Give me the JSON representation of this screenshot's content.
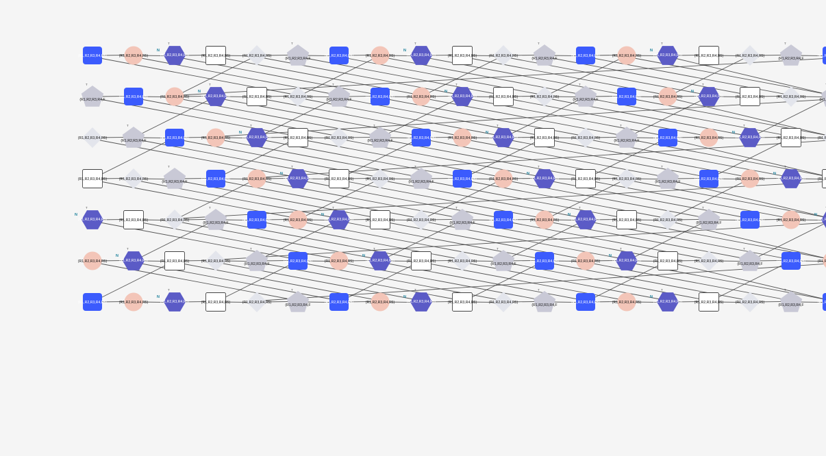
{
  "diagram": {
    "node_label": "(R1,R2,R3,R4,R5)",
    "node_label_truncated": "(R1,R2,R3,R4,F",
    "port_in_label": "N",
    "port_out_label": "T",
    "shape_cycle": [
      "square-blue",
      "circle-peach",
      "hexagon-purple",
      "square-white",
      "diamond-grey",
      "pentagon-grey"
    ],
    "rows": 7,
    "columns": 19,
    "colors": {
      "background": "#f5f5f5",
      "square_blue": "#3b5bfd",
      "circle_peach": "#f3c5b8",
      "hexagon_purple": "#5b5bc6",
      "square_white": "#ffffff",
      "diamond_grey": "#e3e5ec",
      "pentagon_grey": "#c9c9d6",
      "edge": "#3a3a3a",
      "port_label": "#1a7f9a",
      "light_text": "#ffffff",
      "dark_text": "#111111"
    }
  }
}
